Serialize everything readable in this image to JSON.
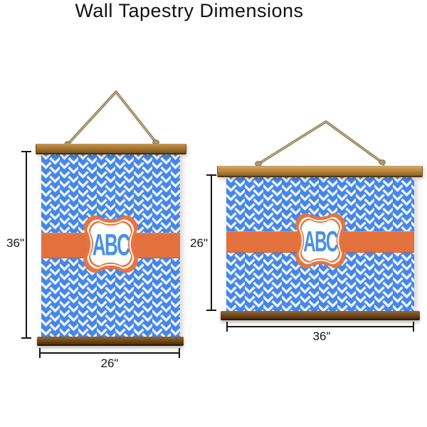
{
  "title": "Wall Tapestry Dimensions",
  "tapestries": [
    {
      "orientation": "portrait",
      "monogram": "ABC",
      "height_label": "36\"",
      "width_label": "26\""
    },
    {
      "orientation": "landscape",
      "monogram": "ABC",
      "height_label": "26\"",
      "width_label": "36\""
    }
  ],
  "colors": {
    "pattern_blue": "#4387ea",
    "pattern_white": "#f1f2f4",
    "accent_orange": "#e2713e",
    "monogram_blue": "#4a90e4",
    "wood_light": "#b8873d",
    "wood_dark": "#70481a",
    "rope_tan": "#b3a084",
    "dimension_black": "#161616"
  }
}
